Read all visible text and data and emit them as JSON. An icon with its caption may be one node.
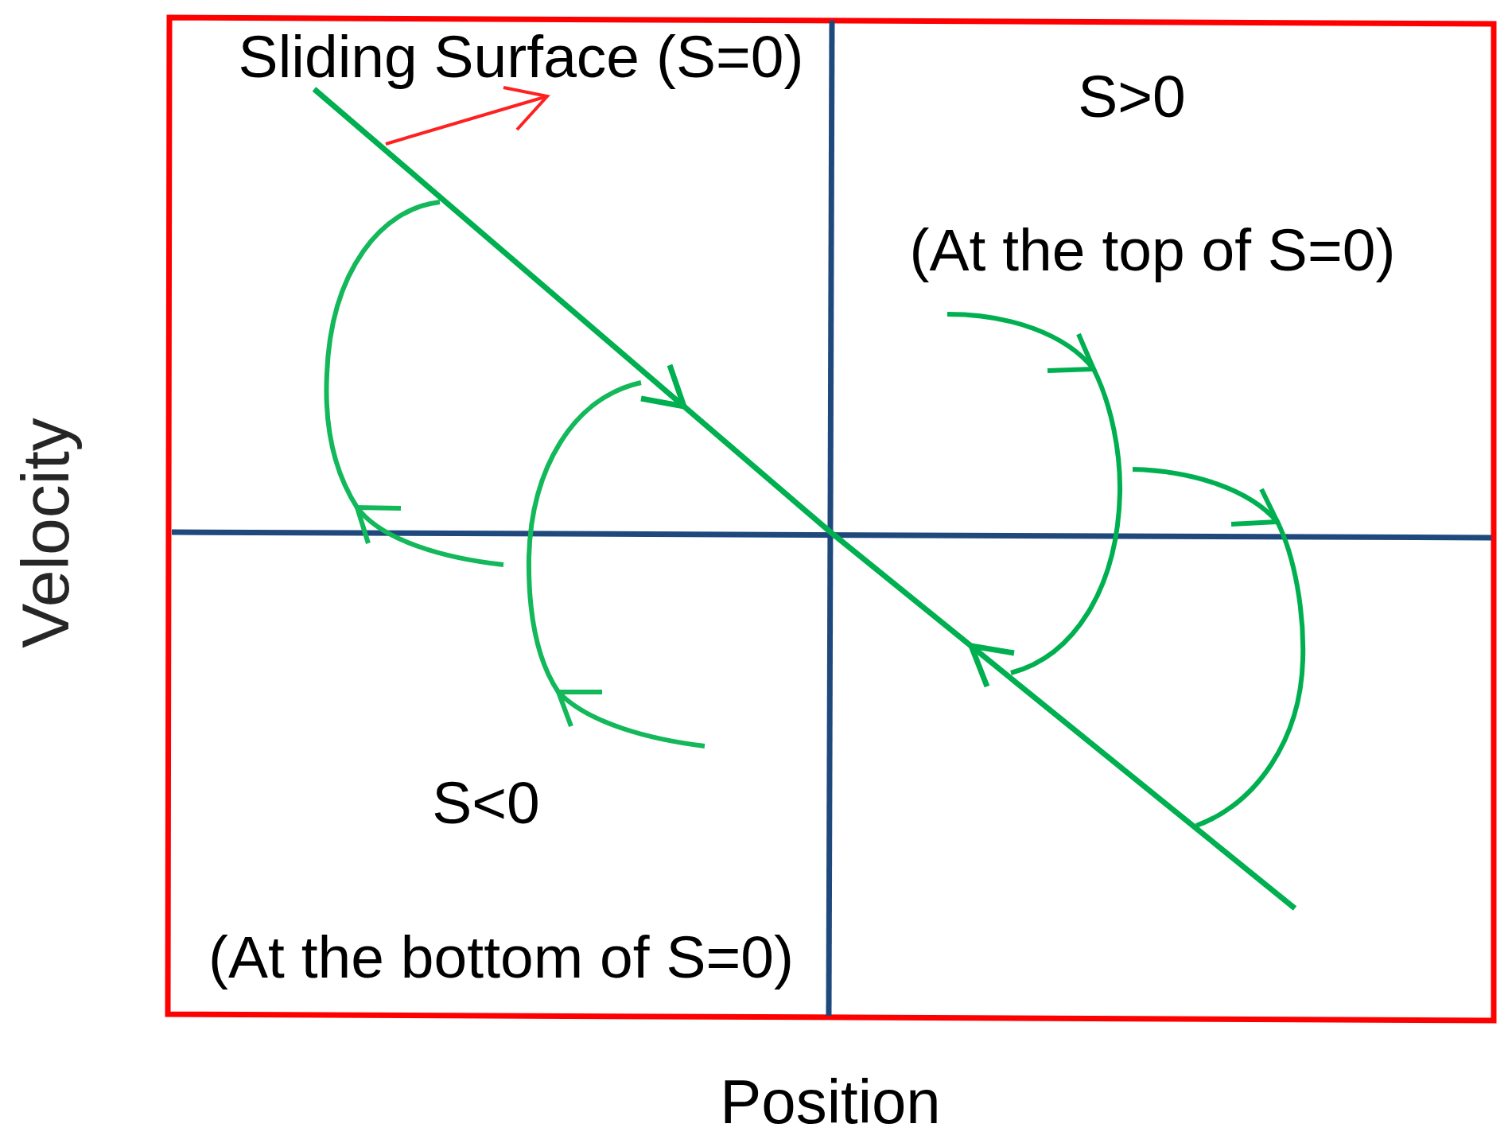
{
  "diagram": {
    "labels": [
      "Sliding Surface (S=0)",
      "S>0",
      "(At the top of S=0)",
      "Velocity",
      "S<0",
      "(At the bottom of S=0)",
      "Position"
    ]
  }
}
